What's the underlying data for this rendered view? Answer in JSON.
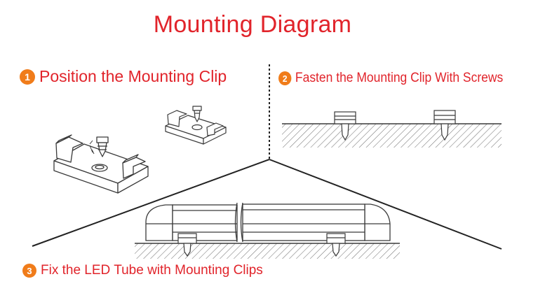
{
  "title": "Mounting Diagram",
  "steps": [
    {
      "number": "1",
      "label": "Position the Mounting Clip"
    },
    {
      "number": "2",
      "label": "Fasten the Mounting Clip With Screws"
    },
    {
      "number": "3",
      "label": "Fix the LED Tube with Mounting Clips"
    }
  ],
  "colors": {
    "title": "#e1242b",
    "step_text": "#e1242b",
    "badge": "#f07c1a",
    "line_art": "#3a3a3a"
  },
  "icons": [
    "mounting-clip-icon",
    "screw-icon",
    "led-tube-icon",
    "wall-surface-icon"
  ]
}
